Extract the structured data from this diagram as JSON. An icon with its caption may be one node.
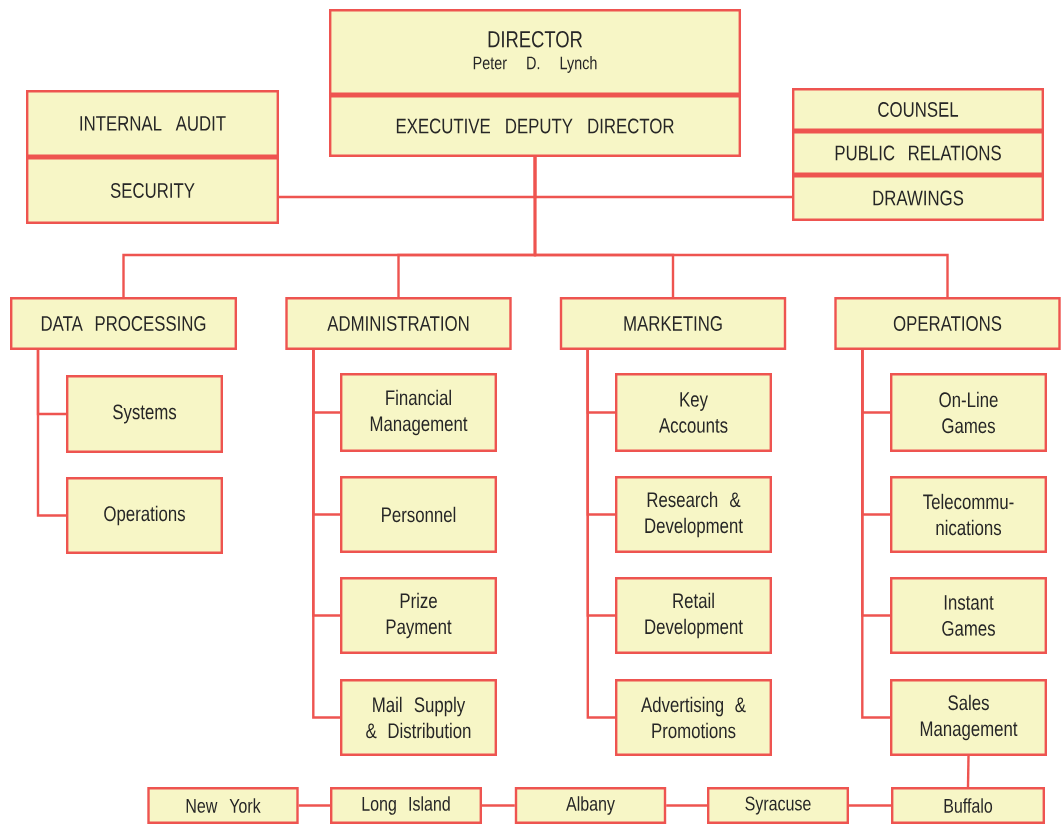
{
  "diagram": {
    "nodes": [
      {
        "text": [
          "DIRECTOR",
          "Peter D. Lynch"
        ]
      },
      {
        "text": [
          "EXECUTIVE DEPUTY DIRECTOR"
        ]
      },
      {
        "text": [
          "INTERNAL AUDIT"
        ]
      },
      {
        "text": [
          "SECURITY"
        ]
      },
      {
        "text": [
          "COUNSEL"
        ]
      },
      {
        "text": [
          "PUBLIC RELATIONS"
        ]
      },
      {
        "text": [
          "DRAWINGS"
        ]
      },
      {
        "text": [
          "DATA PROCESSING"
        ]
      },
      {
        "text": [
          "Systems"
        ]
      },
      {
        "text": [
          "Operations"
        ]
      },
      {
        "text": [
          "ADMINISTRATION"
        ]
      },
      {
        "text": [
          "Financial Management"
        ]
      },
      {
        "text": [
          "Personnel"
        ]
      },
      {
        "text": [
          "Prize Payment"
        ]
      },
      {
        "text": [
          "Mail Supply & Distribution"
        ]
      },
      {
        "text": [
          "MARKETING"
        ]
      },
      {
        "text": [
          "Key Accounts"
        ]
      },
      {
        "text": [
          "Research & Development"
        ]
      },
      {
        "text": [
          "Retail Development"
        ]
      },
      {
        "text": [
          "Advertising & Promotions"
        ]
      },
      {
        "text": [
          "OPERATIONS"
        ]
      },
      {
        "text": [
          "On-Line Games"
        ]
      },
      {
        "text": [
          "Telecommu- nications"
        ]
      },
      {
        "text": [
          "Instant Games"
        ]
      },
      {
        "text": [
          "Sales Management"
        ]
      },
      {
        "text": [
          "New York"
        ]
      },
      {
        "text": [
          "Long Island"
        ]
      },
      {
        "text": [
          "Albany"
        ]
      },
      {
        "text": [
          "Syracuse"
        ]
      },
      {
        "text": [
          "Buffalo"
        ]
      }
    ],
    "edges": [
      {
        "from": 1,
        "to": 3,
        "arrow": "none"
      },
      {
        "from": 1,
        "to": 6,
        "arrow": "none"
      },
      {
        "from": 1,
        "to": 7,
        "arrow": "none"
      },
      {
        "from": 1,
        "to": 10,
        "arrow": "none"
      },
      {
        "from": 1,
        "to": 15,
        "arrow": "none"
      },
      {
        "from": 1,
        "to": 20,
        "arrow": "none"
      },
      {
        "from": 7,
        "to": 8,
        "arrow": "none"
      },
      {
        "from": 7,
        "to": 9,
        "arrow": "none"
      },
      {
        "from": 10,
        "to": 11,
        "arrow": "none"
      },
      {
        "from": 10,
        "to": 12,
        "arrow": "none"
      },
      {
        "from": 10,
        "to": 13,
        "arrow": "none"
      },
      {
        "from": 10,
        "to": 14,
        "arrow": "none"
      },
      {
        "from": 15,
        "to": 16,
        "arrow": "none"
      },
      {
        "from": 15,
        "to": 17,
        "arrow": "none"
      },
      {
        "from": 15,
        "to": 18,
        "arrow": "none"
      },
      {
        "from": 15,
        "to": 19,
        "arrow": "none"
      },
      {
        "from": 20,
        "to": 21,
        "arrow": "none"
      },
      {
        "from": 20,
        "to": 22,
        "arrow": "none"
      },
      {
        "from": 20,
        "to": 23,
        "arrow": "none"
      },
      {
        "from": 20,
        "to": 24,
        "arrow": "none"
      },
      {
        "from": 24,
        "to": 29,
        "arrow": "none"
      },
      {
        "from": 25,
        "to": 26,
        "arrow": "none"
      },
      {
        "from": 26,
        "to": 27,
        "arrow": "none"
      },
      {
        "from": 27,
        "to": 28,
        "arrow": "none"
      },
      {
        "from": 28,
        "to": 29,
        "arrow": "none"
      }
    ]
  }
}
